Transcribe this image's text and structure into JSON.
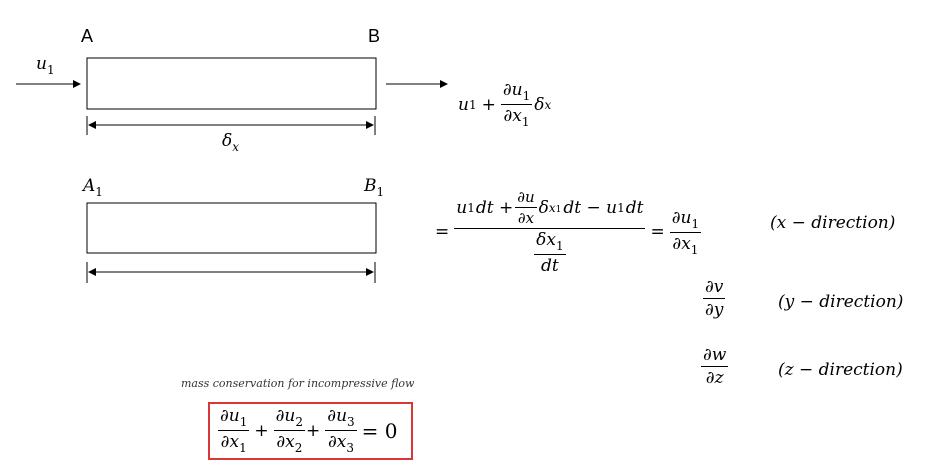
{
  "labels": {
    "point_a": "A",
    "point_b": "B",
    "point_a1": "A",
    "point_a1_sub": "1",
    "point_b1": "B",
    "point_b1_sub": "1",
    "u1_var": "u",
    "u1_sub": "1"
  },
  "outflow": {
    "u": "u",
    "u_sub": "1",
    "plus": "+",
    "d_num": "∂u",
    "d_num_sub": "1",
    "d_den": "∂x",
    "d_den_sub": "1",
    "delta": "δ",
    "delta_sub": "x"
  },
  "delta_x": {
    "delta": "δ",
    "sub": "x"
  },
  "main_eq": {
    "eq1": "=",
    "num_a": "u",
    "num_a_sub": "1",
    "num_a_dt": "dt +",
    "num_frac_top": "∂u",
    "num_frac_bot": "∂x",
    "num_delta": "δ",
    "num_delta_sub": "x",
    "num_delta_sub2": "1",
    "num_mid": "dt − u",
    "num_mid_sub": "1",
    "num_end": "dt",
    "den_top": "δx",
    "den_top_sub": "1",
    "den_bot": "dt",
    "eq2": "=",
    "res_top": "∂u",
    "res_top_sub": "1",
    "res_bot": "∂x",
    "res_bot_sub": "1",
    "dir_x": "(x − direction)"
  },
  "eq_y": {
    "top": "∂v",
    "bot": "∂y",
    "dir": "(y − direction)"
  },
  "eq_z": {
    "top": "∂w",
    "bot": "∂z",
    "dir": "(z − direction)"
  },
  "conservation": {
    "caption": "mass conservation for incompressive flow",
    "t1_top": "∂u",
    "t1_top_sub": "1",
    "t1_bot": "∂x",
    "t1_bot_sub": "1",
    "plus1": "+",
    "t2_top": "∂u",
    "t2_top_sub": "2",
    "t2_bot": "∂x",
    "t2_bot_sub": "2",
    "plus2": "+",
    "t3_top": "∂u",
    "t3_top_sub": "3",
    "t3_bot": "∂x",
    "t3_bot_sub": "3",
    "equals": "= 0"
  },
  "colors": {
    "box_border": "#d93636",
    "line": "#000000"
  }
}
